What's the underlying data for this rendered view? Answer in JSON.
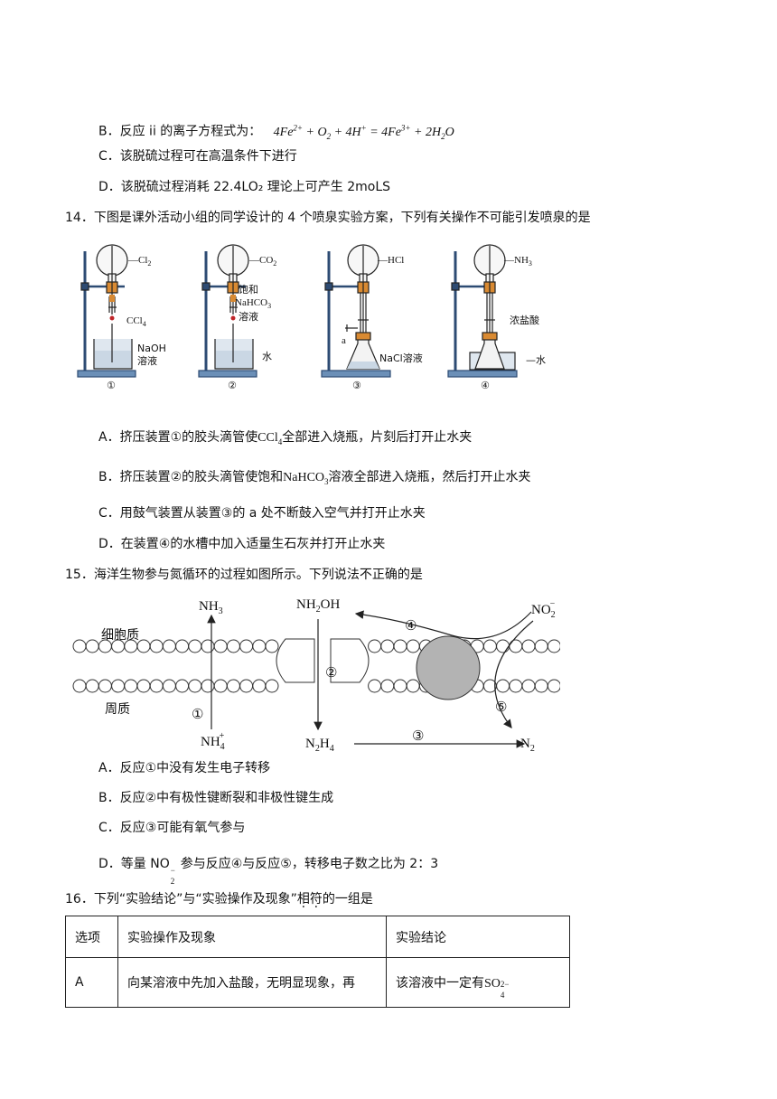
{
  "q13_options": {
    "b_prefix": "B．反应 ii 的离子方程式为：",
    "b_eq": {
      "c1": "4Fe",
      "s1": "2+",
      "c2": " + O",
      "b2": "2",
      "c3": " + 4H",
      "s3": "+",
      "c4": " = 4Fe",
      "s4": "3+",
      "c5": " + 2H",
      "b5": "2",
      "c6": "O"
    },
    "c": "C．该脱硫过程可在高温条件下进行",
    "d": "D．该脱硫过程消耗 22.4LO₂ 理论上可产生 2moLS"
  },
  "q14": {
    "stem": "14．下图是课外活动小组的同学设计的 4 个喷泉实验方案，下列有关操作不可能引发喷泉的是",
    "figure": {
      "app1": {
        "gas": "Cl",
        "gas_sub": "2",
        "drop": "CCl",
        "drop_sub": "4",
        "liquid1": "NaOH",
        "liquid2": "溶液",
        "num": "①"
      },
      "app2": {
        "gas": "CO",
        "gas_sub": "2",
        "drop1": "饱和",
        "drop2": "NaHCO",
        "drop2_sub": "3",
        "drop3": "溶液",
        "liquid": "水",
        "num": "②"
      },
      "app3": {
        "gas": "HCl",
        "a_label": "a",
        "liquid": "NaCl溶液",
        "num": "③"
      },
      "app4": {
        "gas": "NH",
        "gas_sub": "3",
        "acid": "浓盐酸",
        "liquid": "水",
        "num": "④"
      }
    },
    "options": {
      "a1": "A．挤压装置①的胶头滴管使",
      "a_chem": "CCl",
      "a_sub": "4",
      "a2": "全部进入烧瓶，片刻后打开止水夹",
      "b1": "B．挤压装置②的胶头滴管使饱和",
      "b_chem": "NaHCO",
      "b_sub": "3",
      "b2": "溶液全部进入烧瓶，然后打开止水夹",
      "c": "C．用鼓气装置从装置③的 a 处不断鼓入空气并打开止水夹",
      "d": "D．在装置④的水槽中加入适量生石灰并打开止水夹"
    }
  },
  "q15": {
    "stem": "15．海洋生物参与氮循环的过程如图所示。下列说法不正确的是",
    "figure": {
      "cytoplasm": "细胞质",
      "periplasm": "周质",
      "nh3": "NH",
      "nh3_sub": "3",
      "nh2oh_a": "NH",
      "nh2oh_sub": "2",
      "nh2oh_b": "OH",
      "no2": "NO",
      "no2_sub": "2",
      "no2_sup": "−",
      "nh4": "NH",
      "nh4_sub": "4",
      "nh4_sup": "+",
      "n2h4": "N",
      "n2h4_sub1": "2",
      "n2h4_mid": "H",
      "n2h4_sub2": "4",
      "n2": "N",
      "n2_sub": "2",
      "r1": "①",
      "r2": "②",
      "r3": "③",
      "r4": "④",
      "r5": "⑤"
    },
    "options": {
      "a": "A．反应①中没有发生电子转移",
      "b": "B．反应②中有极性键断裂和非极性键生成",
      "c": "C．反应③可能有氧气参与",
      "d1": "D．等量 NO",
      "d_sub": "2",
      "d_sup": "−",
      "d2": "参与反应④与反应⑤，转移电子数之比为 2：3"
    }
  },
  "q16": {
    "stem_a": "16．下列“实验结论”与“实验操作及现象”",
    "stem_dot1": "相",
    "stem_dot2": "符",
    "stem_b": "的一组是",
    "headers": [
      "选项",
      "实验操作及现象",
      "实验结论"
    ],
    "row_a": {
      "opt": "A",
      "op": "向某溶液中先加入盐酸，无明显现象，再",
      "concl": "该溶液中一定有",
      "ion": "SO",
      "ion_sub": "4",
      "ion_sup": "2−"
    }
  }
}
